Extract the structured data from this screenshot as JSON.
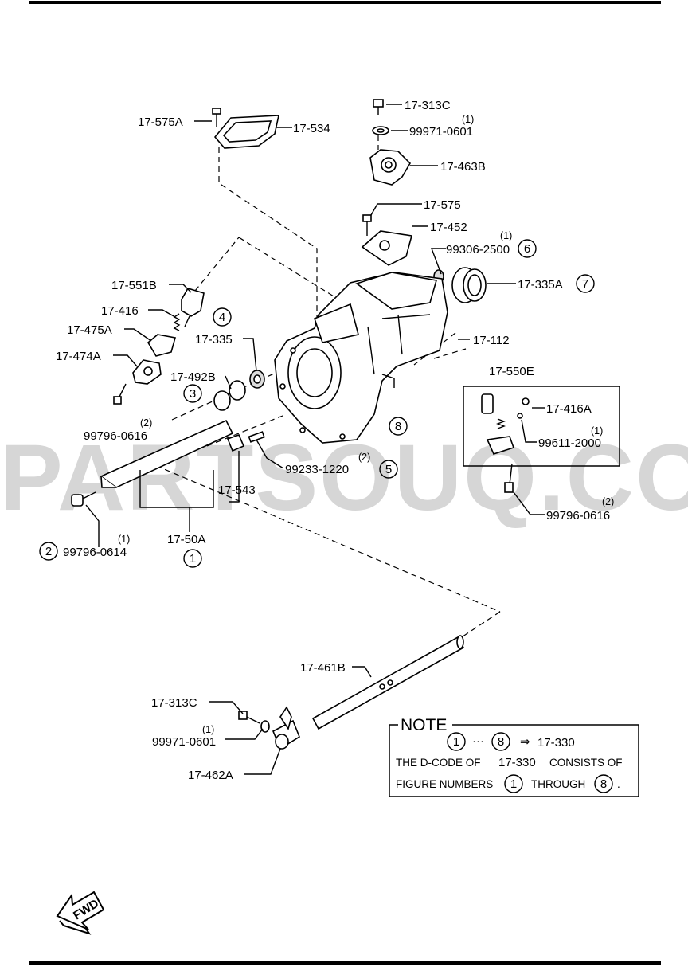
{
  "watermark": "PARTSOUQ.COM",
  "fwd_label": "FWD",
  "labels": {
    "p17_575A": "17-575A",
    "p17_534": "17-534",
    "p17_313C_top": "17-313C",
    "p99971_0601_top": "99971-0601",
    "q_99971_top": "(1)",
    "p17_463B": "17-463B",
    "p17_575": "17-575",
    "p17_452": "17-452",
    "p99306_2500": "99306-2500",
    "q_99306": "(1)",
    "p17_335A": "17-335A",
    "p17_551B": "17-551B",
    "p17_416": "17-416",
    "p17_475A": "17-475A",
    "p17_474A": "17-474A",
    "p17_335": "17-335",
    "p17_492B": "17-492B",
    "p17_112": "17-112",
    "p17_550E": "17-550E",
    "p17_416A": "17-416A",
    "p99611_2000": "99611-2000",
    "q_99611": "(1)",
    "p99796_0616_left": "99796-0616",
    "q_99796_left": "(2)",
    "p99233_1220": "99233-1220",
    "q_99233": "(2)",
    "p17_543": "17-543",
    "p99796_0616_right": "99796-0616",
    "q_99796_right": "(2)",
    "p99796_0614": "99796-0614",
    "q_99796_0614": "(1)",
    "p17_50A": "17-50A",
    "p17_461B": "17-461B",
    "p17_313C_bottom": "17-313C",
    "p99971_0601_bottom": "99971-0601",
    "q_99971_bottom": "(1)",
    "p17_462A": "17-462A"
  },
  "figure_numbers": {
    "n1": "1",
    "n2": "2",
    "n3": "3",
    "n4": "4",
    "n5": "5",
    "n6": "6",
    "n7": "7",
    "n8": "8"
  },
  "note": {
    "title": "NOTE",
    "range_start": "1",
    "ellipsis": "···",
    "range_end": "8",
    "arrow": "⇒",
    "target": "17-330",
    "line2_a": "THE D-CODE OF",
    "line2_code": "17-330",
    "line2_b": "CONSISTS OF",
    "line3_a": "FIGURE NUMBERS",
    "line3_n1": "1",
    "line3_mid": "THROUGH",
    "line3_n8": "8",
    "line3_end": "."
  }
}
